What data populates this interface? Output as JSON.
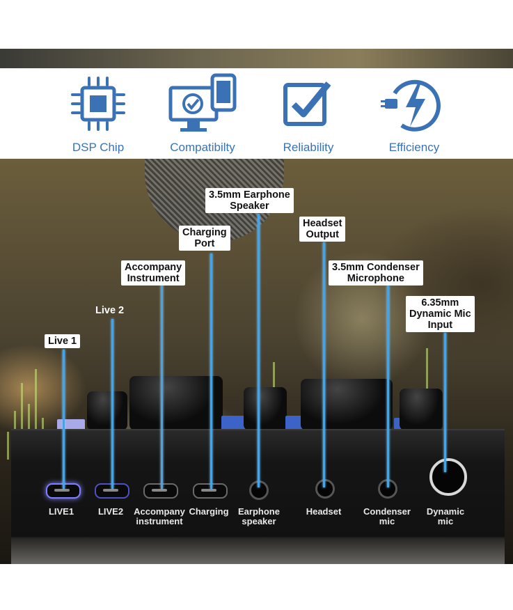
{
  "features": [
    {
      "label": "DSP Chip",
      "icon": "dsp-chip-icon"
    },
    {
      "label": "Compatibilty",
      "icon": "devices-check-icon"
    },
    {
      "label": "Reliability",
      "icon": "checkbox-icon"
    },
    {
      "label": "Efficiency",
      "icon": "power-bolt-icon"
    }
  ],
  "callouts": {
    "live1": "Live 1",
    "live2": "Live 2",
    "accompany": "Accompany\nInstrument",
    "charging": "Charging\nPort",
    "earphone": "3.5mm Earphone\nSpeaker",
    "headset": "Headset\nOutput",
    "condenser": "3.5mm Condenser\nMicrophone",
    "dynamic": "6.35mm\nDynamic Mic\nInput"
  },
  "ports": {
    "live1": "LIVE1",
    "live2": "LIVE2",
    "accompany": "Accompany\ninstrument",
    "charging": "Charging",
    "earphone": "Earphone\nspeaker",
    "headset": "Headset",
    "condenser": "Condenser\nmic",
    "dynamic": "Dynamic\nmic"
  },
  "colors": {
    "accent": "#3a72b5",
    "callout_line": "#4aa3e0"
  }
}
